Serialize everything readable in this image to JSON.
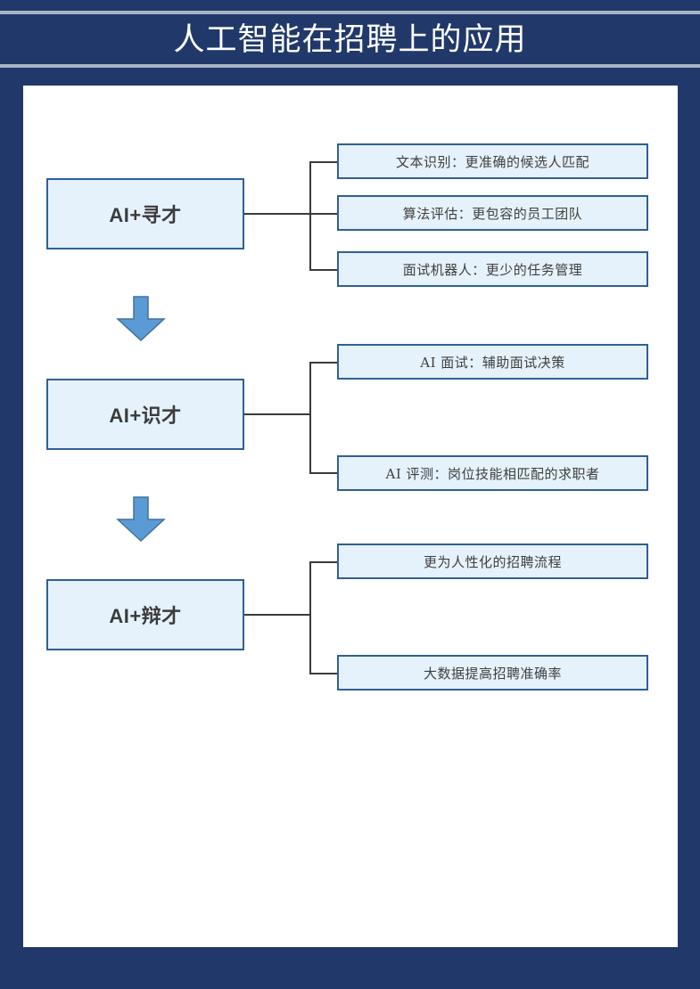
{
  "header": {
    "title": "人工智能在招聘上的应用",
    "background_color": "#21396a",
    "rule_color": "#aab4c8",
    "title_color": "#ffffff"
  },
  "canvas": {
    "background_color": "#ffffff"
  },
  "theme": {
    "box_fill": "#e5f1fb",
    "box_border": "#2e6094",
    "connector_color": "#3a3a3a",
    "arrow_fill": "#5b9bd5",
    "arrow_border": "#41719c",
    "stage_text_color": "#3b3b3b",
    "detail_text_color": "#3f3f3f"
  },
  "diagram": {
    "type": "flow-tree",
    "stages": [
      {
        "id": "stage-1",
        "label": "AI+寻才",
        "details": [
          {
            "id": "detail-1-1",
            "label": "文本识别：更准确的候选人匹配"
          },
          {
            "id": "detail-1-2",
            "label": "算法评估：更包容的员工团队"
          },
          {
            "id": "detail-1-3",
            "label": "面试机器人：更少的任务管理"
          }
        ]
      },
      {
        "id": "stage-2",
        "label": "AI+识才",
        "details": [
          {
            "id": "detail-2-1",
            "label": "AI 面试：辅助面试决策"
          },
          {
            "id": "detail-2-2",
            "label": "AI 评测：岗位技能相匹配的求职者"
          }
        ]
      },
      {
        "id": "stage-3",
        "label": "AI+辩才",
        "details": [
          {
            "id": "detail-3-1",
            "label": "更为人性化的招聘流程"
          },
          {
            "id": "detail-3-2",
            "label": "大数据提高招聘准确率"
          }
        ]
      }
    ],
    "arrows": [
      {
        "id": "arrow-1",
        "direction": "down",
        "icon": "arrow-down-icon"
      },
      {
        "id": "arrow-2",
        "direction": "down",
        "icon": "arrow-down-icon"
      }
    ]
  }
}
